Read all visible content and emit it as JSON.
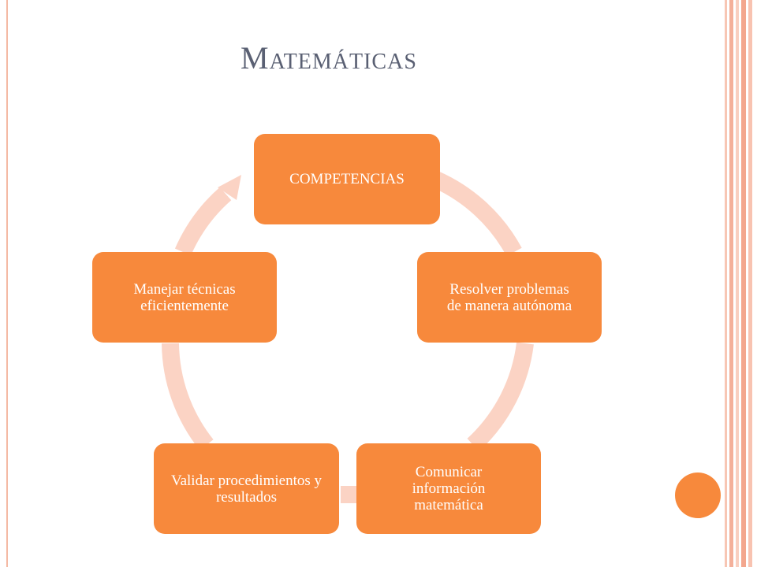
{
  "slide": {
    "title": "Matemáticas"
  },
  "cycle": {
    "nodes": [
      {
        "label": "COMPETENCIAS"
      },
      {
        "label": "Resolver problemas de manera autónoma"
      },
      {
        "label": "Comunicar información matemática"
      },
      {
        "label": "Validar procedimientos y resultados"
      },
      {
        "label": "Manejar técnicas eficientemente"
      }
    ]
  },
  "colors": {
    "node_fill": "#f7893c",
    "ring": "#fbd3c4",
    "title": "#5a6073",
    "frame": "#f4b9a4"
  }
}
